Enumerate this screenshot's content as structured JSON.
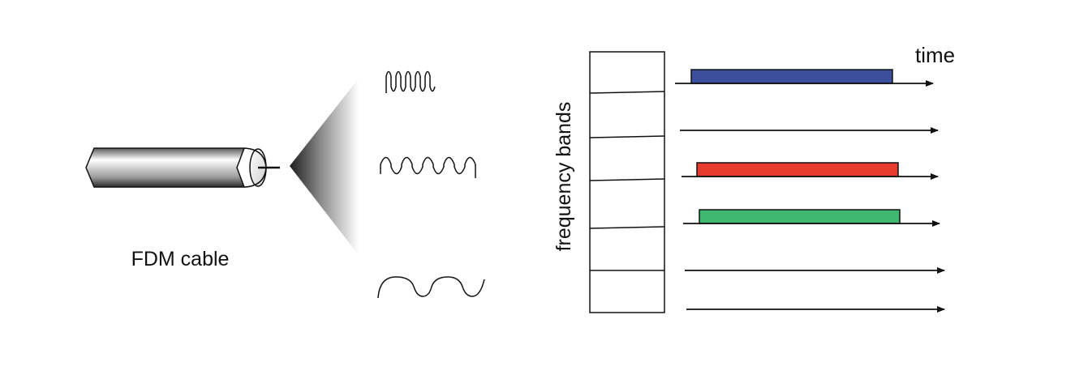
{
  "cable": {
    "label": "FDM cable"
  },
  "axes": {
    "time_label": "time",
    "frequency_label": "frequency bands"
  },
  "bands": [
    {
      "band": 1,
      "occupied": true,
      "color": "#3b4f9c"
    },
    {
      "band": 2,
      "occupied": false
    },
    {
      "band": 3,
      "occupied": true,
      "color": "#e63b2e"
    },
    {
      "band": 4,
      "occupied": true,
      "color": "#3fb872"
    },
    {
      "band": 5,
      "occupied": false
    },
    {
      "band": 6,
      "occupied": false
    }
  ],
  "waveforms": [
    {
      "name": "high-frequency"
    },
    {
      "name": "medium-frequency"
    },
    {
      "name": "low-frequency"
    }
  ]
}
